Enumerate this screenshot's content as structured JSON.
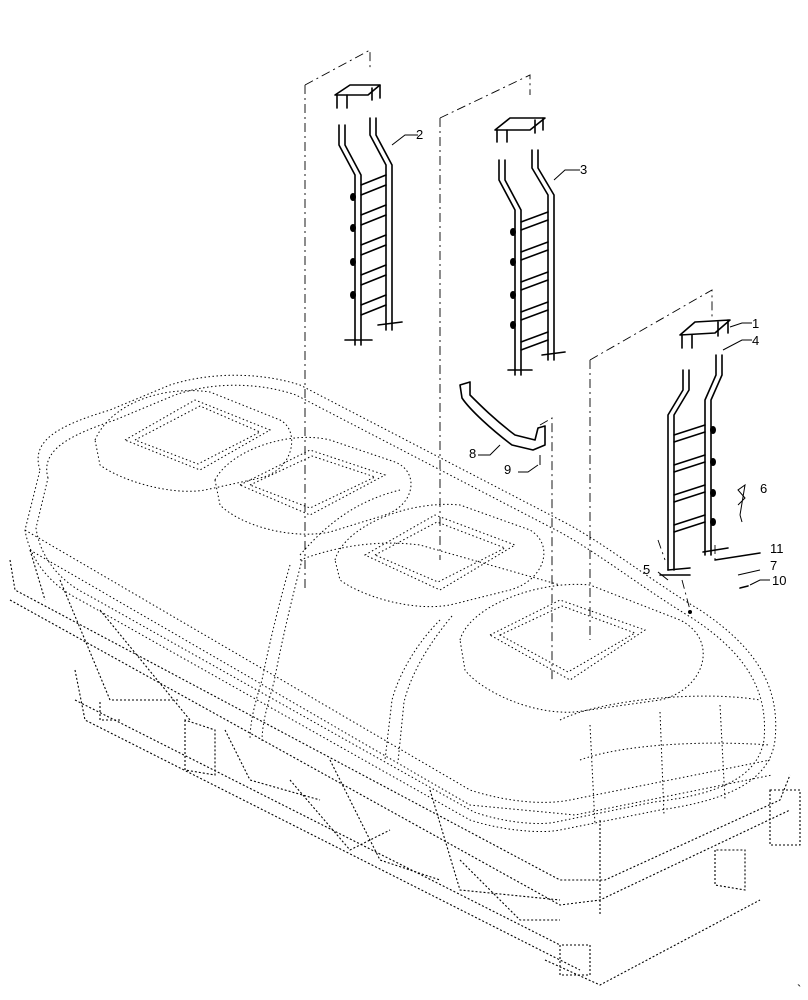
{
  "callouts": [
    {
      "id": "1",
      "label": "1"
    },
    {
      "id": "2",
      "label": "2"
    },
    {
      "id": "3",
      "label": "3"
    },
    {
      "id": "4",
      "label": "4"
    },
    {
      "id": "5",
      "label": "5"
    },
    {
      "id": "6",
      "label": "6"
    },
    {
      "id": "7",
      "label": "7"
    },
    {
      "id": "8",
      "label": "8"
    },
    {
      "id": "9",
      "label": "9"
    },
    {
      "id": "10",
      "label": "10"
    },
    {
      "id": "11",
      "label": "11"
    }
  ],
  "corner_mark": "`"
}
